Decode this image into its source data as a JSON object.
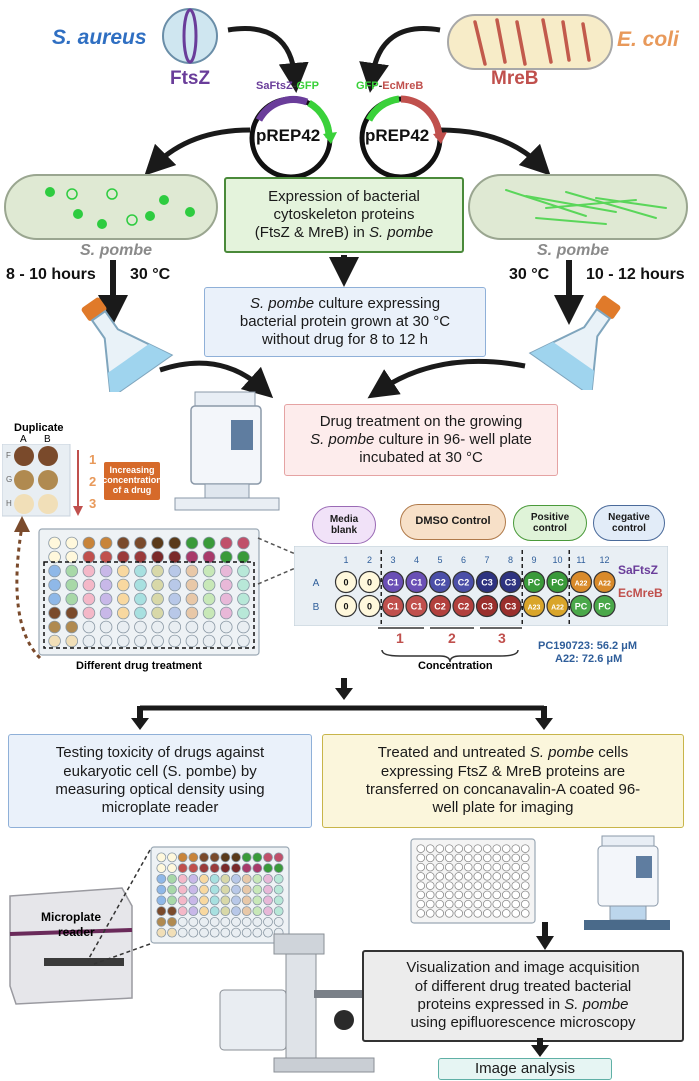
{
  "organisms": {
    "s_aureus": "S. aureus",
    "e_coli": "E. coli",
    "ftsz": "FtsZ",
    "mreb": "MreB",
    "s_pombe_left": "S. pombe",
    "s_pombe_right": "S. pombe"
  },
  "plasmids": {
    "left_name": "pREP42",
    "right_name": "pREP42",
    "left_gene_1": "SaFtsZ",
    "left_gene_sep": "-",
    "left_gene_2": "GFP",
    "right_gene_1": "GFP",
    "right_gene_sep": "-",
    "right_gene_2": "EcMreB"
  },
  "expression_box": {
    "line1": "Expression of bacterial",
    "line2": "cytoskeleton proteins",
    "line3a": "(FtsZ & MreB) in ",
    "line3b": "S. pombe"
  },
  "growth": {
    "left_time": "8 - 10 hours",
    "left_temp": "30 °C",
    "right_temp": "30 °C",
    "right_time": "10 - 12 hours"
  },
  "culture_box": {
    "line1a": "S. pombe",
    "line1b": " culture expressing",
    "line2": "bacterial protein grown at 30 °C",
    "line3": "without drug for 8 to 12 h"
  },
  "drug_box": {
    "line1": "Drug treatment on the growing",
    "line2a": "S. pombe",
    "line2b": " culture in 96- well plate",
    "line3": "incubated at 30 °C"
  },
  "duplicate": {
    "title": "Duplicate",
    "col_a": "A",
    "col_b": "B",
    "rows": [
      "F",
      "G",
      "H"
    ],
    "nums": [
      "1",
      "2",
      "3"
    ],
    "increasing_line1": "Increasing",
    "increasing_line2": "concentration",
    "increasing_line3": "of a drug"
  },
  "plate_caption": "Different drug treatment",
  "legend": {
    "media_blank_1": "Media",
    "media_blank_2": "blank",
    "dmso": "DMSO Control",
    "positive_1": "Positive",
    "positive_2": "control",
    "negative_1": "Negative",
    "negative_2": "control"
  },
  "strip": {
    "col_numbers": [
      "1",
      "2",
      "3",
      "4",
      "5",
      "6",
      "7",
      "8",
      "9",
      "10",
      "11",
      "12"
    ],
    "row_a": "A",
    "row_b": "B",
    "row_a_wells": [
      "0",
      "0",
      "C1",
      "C1",
      "C2",
      "C2",
      "C3",
      "C3",
      "PC",
      "PC",
      "A22",
      "A22"
    ],
    "row_b_wells": [
      "0",
      "0",
      "C1",
      "C1",
      "C2",
      "C2",
      "C3",
      "C3",
      "A23",
      "A22",
      "PC",
      "PC"
    ],
    "safsz": "SaFtsZ",
    "ecmreb": "EcMreB",
    "conc_1": "1",
    "conc_2": "2",
    "conc_3": "3",
    "concentration": "Concentration",
    "pc_conc": "PC190723: 56.2 μM",
    "a22_conc": "A22: 72.6 μM"
  },
  "toxicity_box": {
    "line1": "Testing toxicity of drugs against",
    "line2": "eukaryotic cell (S. pombe) by",
    "line3": "measuring optical density using",
    "line4": "microplate reader"
  },
  "imaging_box": {
    "line1a": "Treated and untreated ",
    "line1b": "S. pombe",
    "line1c": " cells",
    "line2": "expressing FtsZ & MreB proteins are",
    "line3": "transferred on concanavalin-A coated 96-",
    "line4": "well plate for imaging"
  },
  "microplate_label_1": "Microplate",
  "microplate_label_2": "reader",
  "visualization_box": {
    "line1": "Visualization and image acquisition",
    "line2": "of different drug treated bacterial",
    "line3a": "proteins expressed in ",
    "line3b": "S. pombe",
    "line4": "using epifluorescence microscopy"
  },
  "analysis_box": "Image analysis",
  "colors": {
    "aureus_blue": "#2f6fc2",
    "ecoli_orange": "#e8995a",
    "ftsz_purple": "#6a3d9a",
    "mreb_red": "#c0504d",
    "gfp_green": "#3ad13a",
    "expr_fill": "#e4f3dc",
    "expr_border": "#4a8a3a",
    "blue_fill": "#eaf1fa",
    "blue_border": "#8fb0d8",
    "pink_fill": "#fdecec",
    "pink_border": "#e5a3a3",
    "yellow_fill": "#fbf6dc",
    "yellow_border": "#c8b54a",
    "gray_fill": "#ececec",
    "gray_border": "#333333",
    "teal_fill": "#e6f5f3",
    "teal_border": "#5fb0a6"
  }
}
